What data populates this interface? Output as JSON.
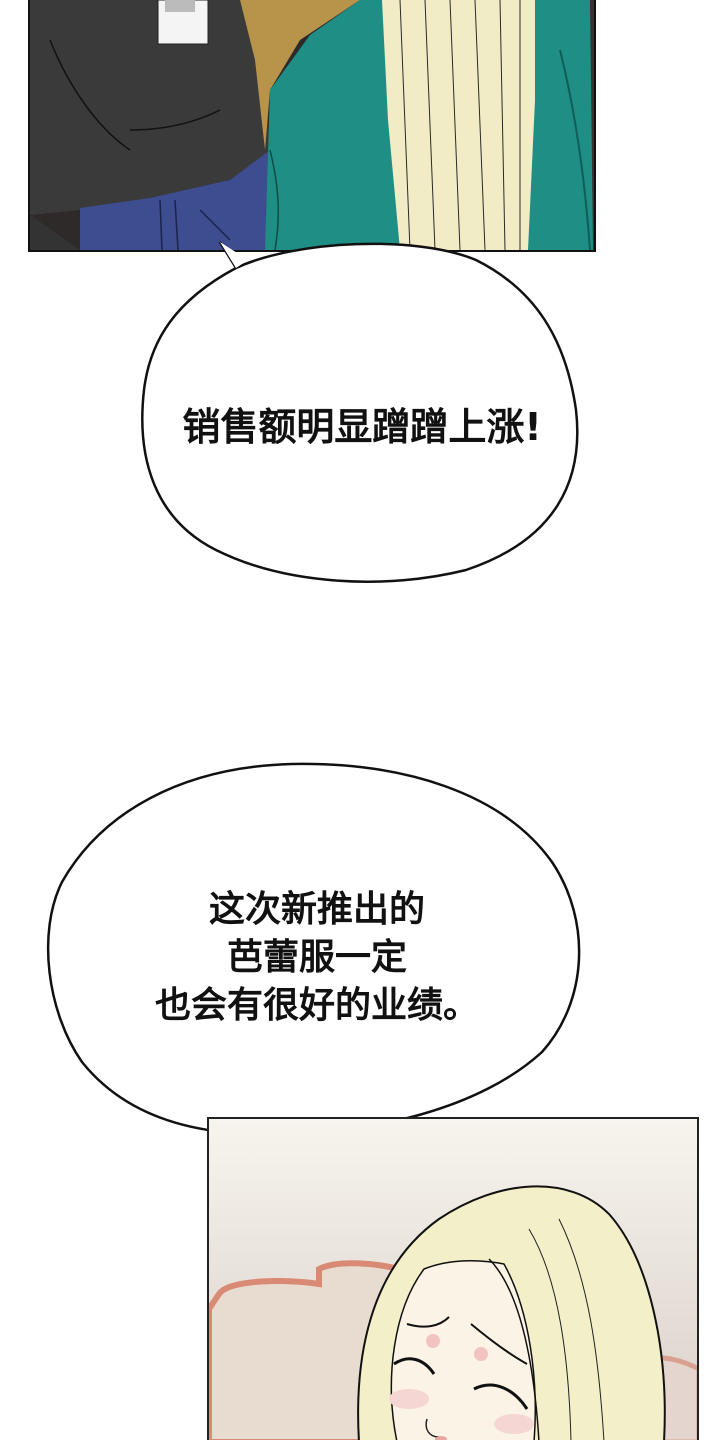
{
  "comic": {
    "panels": [
      {
        "id": "panel-top",
        "description": "Man in dark hoodie and jeans beside blonde woman in teal top",
        "colors": {
          "hoodie": "#3a3a3a",
          "jeans": "#3d4d8f",
          "jacket": "#b8934a",
          "top": "#1f8e84",
          "hair": "#f2ecc6",
          "bg": "#3b3030"
        }
      },
      {
        "id": "panel-bottom",
        "description": "Blonde woman smiling with eyes closed, pink couch in background",
        "colors": {
          "hair": "#f3efc8",
          "skin": "#fbf3e6",
          "blush": "#f2c3c0",
          "couch": "#d98a74",
          "bg": "#e9e2dc"
        }
      }
    ],
    "speech_bubbles": [
      {
        "lines": [
          "销售额明显蹭蹭上涨!"
        ]
      },
      {
        "lines": [
          "这次新推出的",
          "芭蕾服一定",
          "也会有很好的业绩。"
        ]
      }
    ]
  }
}
